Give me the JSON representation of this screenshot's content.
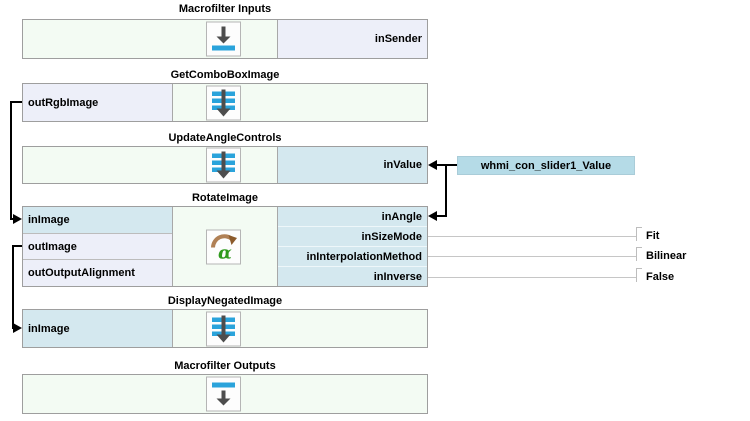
{
  "diagram": {
    "blocks": [
      {
        "title": "Macrofilter Inputs",
        "icon": "macrofilter-input-icon",
        "left_ports": [],
        "right_ports": [
          {
            "name": "inSender"
          }
        ]
      },
      {
        "title": "GetComboBoxImage",
        "icon": "task-icon",
        "left_ports": [
          {
            "name": "outRgbImage"
          }
        ],
        "right_ports": []
      },
      {
        "title": "UpdateAngleControls",
        "icon": "task-icon",
        "left_ports": [],
        "right_ports": [
          {
            "name": "inValue"
          }
        ]
      },
      {
        "title": "RotateImage",
        "icon": "rotate-image-icon",
        "left_ports": [
          {
            "name": "inImage"
          },
          {
            "name": "outImage"
          },
          {
            "name": "outOutputAlignment"
          }
        ],
        "right_ports": [
          {
            "name": "inAngle"
          },
          {
            "name": "inSizeMode"
          },
          {
            "name": "inInterpolationMethod"
          },
          {
            "name": "inInverse"
          }
        ]
      },
      {
        "title": "DisplayNegatedImage",
        "icon": "task-icon",
        "left_ports": [
          {
            "name": "inImage"
          }
        ],
        "right_ports": []
      },
      {
        "title": "Macrofilter Outputs",
        "icon": "macrofilter-output-icon",
        "left_ports": [],
        "right_ports": []
      }
    ],
    "external_label": {
      "text": "whmi_con_slider1_Value"
    },
    "constants": [
      {
        "port": "inSizeMode",
        "value": "Fit"
      },
      {
        "port": "inInterpolationMethod",
        "value": "Bilinear"
      },
      {
        "port": "inInverse",
        "value": "False"
      }
    ],
    "colors": {
      "block_bg": "#f3fbf3",
      "input_port_bg": "#d4e8ef",
      "output_port_bg": "#edeff9",
      "external_label_bg": "#b5dbe7",
      "icon_blue": "#2aa3db",
      "icon_gray": "#4d4d4d",
      "wire": "#000000",
      "constant_wire": "#c6c6c6"
    }
  }
}
